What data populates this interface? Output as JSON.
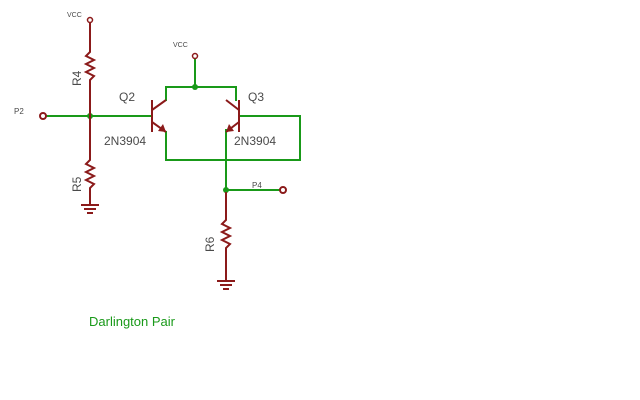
{
  "schematic": {
    "title": "Darlington Pair",
    "supply_labels": [
      "VCC",
      "VCC"
    ],
    "ports": {
      "p2": "P2",
      "p4": "P4"
    },
    "transistors": [
      {
        "ref": "Q2",
        "part": "2N3904"
      },
      {
        "ref": "Q3",
        "part": "2N3904"
      }
    ],
    "resistors": [
      "R4",
      "R5",
      "R6"
    ],
    "colors": {
      "wire": "#199919",
      "component": "#8b1a1a",
      "label": "#4a4a4a"
    }
  }
}
